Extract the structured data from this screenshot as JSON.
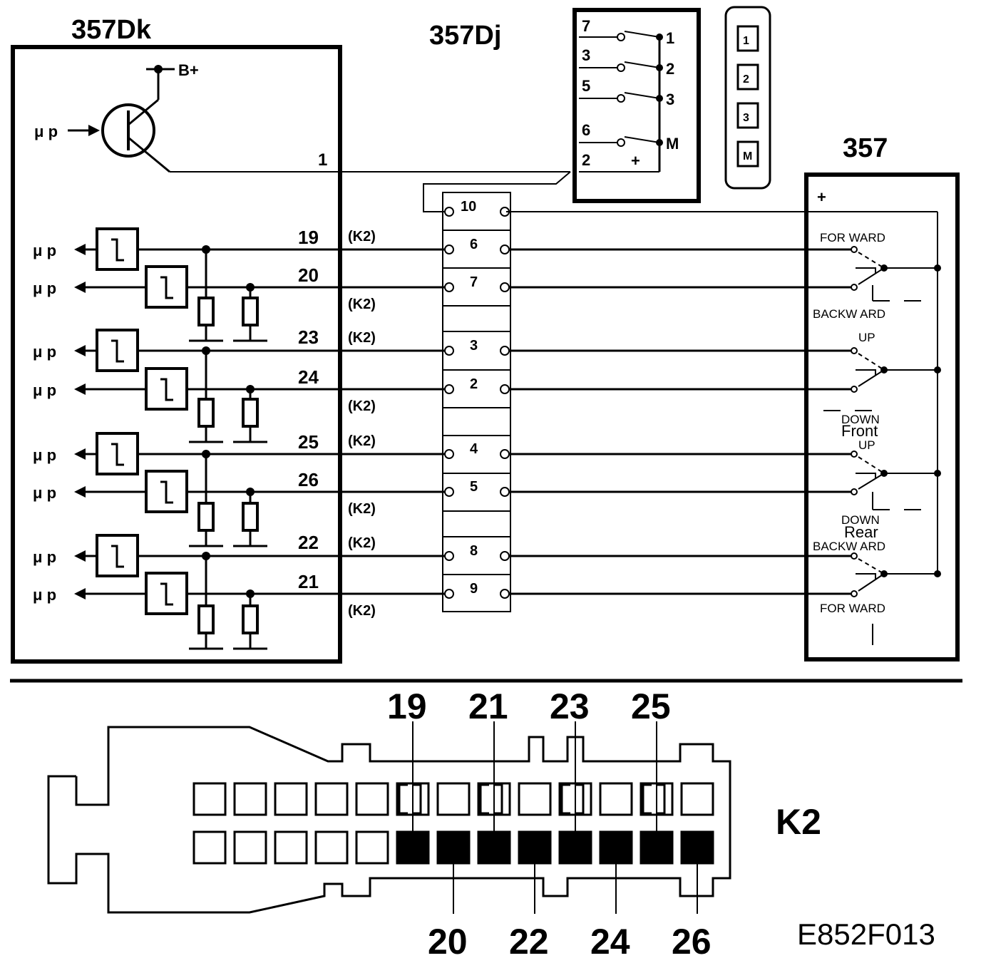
{
  "ecu": {
    "title": "357Dk",
    "supply_label": "B+",
    "mp_label": "μ p",
    "output_pin": "1",
    "inputs": [
      {
        "pin": "19",
        "k2": "(K2)"
      },
      {
        "pin": "20",
        "k2": "(K2)"
      },
      {
        "pin": "23",
        "k2": "(K2)"
      },
      {
        "pin": "24",
        "k2": "(K2)"
      },
      {
        "pin": "25",
        "k2": "(K2)"
      },
      {
        "pin": "26",
        "k2": "(K2)"
      },
      {
        "pin": "22",
        "k2": "(K2)"
      },
      {
        "pin": "21",
        "k2": "(K2)"
      }
    ]
  },
  "memory_switch": {
    "title": "357Dj",
    "left_pins": [
      "7",
      "3",
      "5",
      "6",
      "2"
    ],
    "right_pins": [
      "1",
      "2",
      "3",
      "M"
    ],
    "plus": "+"
  },
  "keypad_buttons": [
    "1",
    "2",
    "3",
    "M"
  ],
  "connector_block": {
    "terminals": [
      "10",
      "6",
      "7",
      "3",
      "2",
      "4",
      "5",
      "8",
      "9"
    ]
  },
  "seat_switch": {
    "title": "357",
    "plus": "+",
    "labels": {
      "forward_top": "FOR WARD",
      "backward_top": "BACKW ARD",
      "up_front": "UP",
      "down_front": "DOWN",
      "front": "Front",
      "up_rear": "UP",
      "down_rear": "DOWN",
      "rear": "Rear",
      "backward_bottom": "BACKW ARD",
      "forward_bottom": "FOR WARD"
    }
  },
  "k2_connector": {
    "name": "K2",
    "top_pins": [
      "19",
      "21",
      "23",
      "25"
    ],
    "bottom_pins": [
      "20",
      "22",
      "24",
      "26"
    ]
  },
  "figure_code": "E852F013"
}
